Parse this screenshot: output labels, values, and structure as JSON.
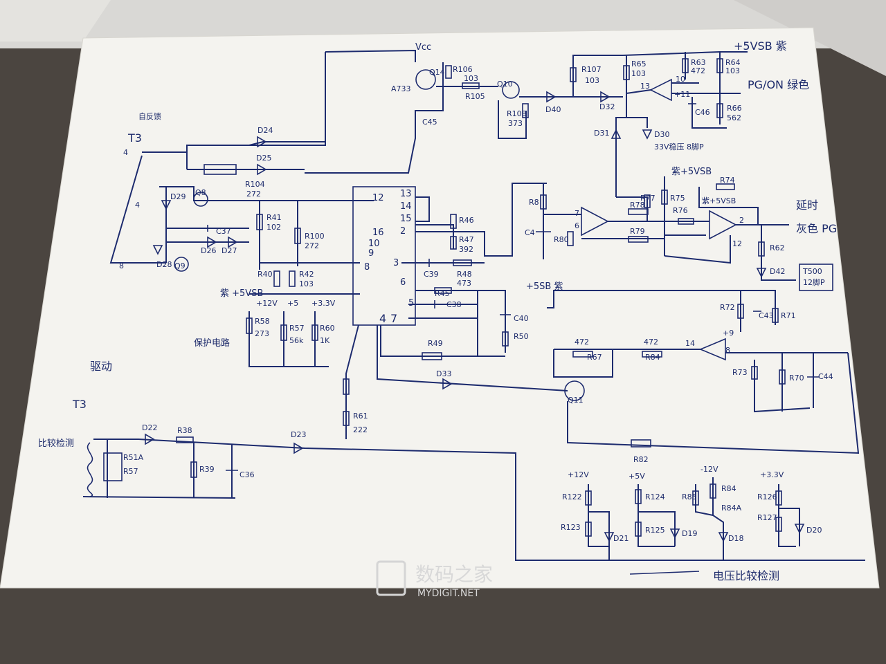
{
  "labels": {
    "vcc": "Vcc",
    "q14": "Q14",
    "a733": "A733",
    "r106": "R106",
    "r105": "R105",
    "r105_val": "103",
    "c45": "C45",
    "q10": "Q10",
    "r108": "R108",
    "r108_val": "373",
    "d40": "D40",
    "r107": "R107",
    "r107_val": "103",
    "d32": "D32",
    "r65": "R65",
    "r65_val": "103",
    "r63": "R63",
    "r63_val": "472",
    "r64": "R64",
    "r64_val": "103",
    "c46": "C46",
    "r66": "R66",
    "r66_val": "562",
    "pin13": "13",
    "pin10": "10",
    "pin11": "+11",
    "p5vsb_purple": "+5VSB 紫",
    "pg_on_green": "PG/ON 绿色",
    "d31": "D31",
    "d30": "D30",
    "d30_note": "33V稳压 8脚P",
    "t3_top": "T3",
    "t3_top_note": "自反馈",
    "d24": "D24",
    "d25": "D25",
    "r104": "R104",
    "r104_val": "272",
    "pin4": "4",
    "pin8": "8",
    "q8": "Q8",
    "d29": "D29",
    "c37": "C37",
    "d26": "D26",
    "d27": "D27",
    "d28": "D28",
    "q9": "Q9",
    "r41": "R41",
    "r41_val": "102",
    "r100": "R100",
    "r100_val": "272",
    "r40": "R40",
    "r42": "R42",
    "r42_val": "103",
    "purple_5vsb": "紫 +5VSB",
    "ic_12": "12",
    "ic_13": "13",
    "ic_14": "14",
    "ic_15": "15",
    "ic_2a": "2",
    "ic_16": "16",
    "ic_10": "10",
    "ic_9": "9",
    "ic_8": "8",
    "ic_3": "3",
    "ic_6": "6",
    "ic_5": "5",
    "ic_4": "4",
    "ic_7": "7",
    "r46": "R46",
    "r47": "R47",
    "r47_val": "392",
    "c39": "C39",
    "r48": "R48",
    "r48_val": "473",
    "r45": "R45",
    "c38": "C38",
    "c40": "C40",
    "r50": "R50",
    "r49": "R49",
    "p12v": "+12V",
    "p5v": "+5",
    "p33v": "+3.3V",
    "r58": "R58",
    "r58_val": "273",
    "r57": "R57",
    "r57_val": "56k",
    "r60": "R60",
    "r60_val": "1K",
    "protect_note": "保护电路",
    "r8": "R8",
    "c4": "C4",
    "r80": "R80",
    "r78": "R78",
    "r79": "R79",
    "r77": "R77",
    "r75": "R75",
    "r76": "R76",
    "r74": "R74",
    "purple_5vsb_2": "紫+5VSB",
    "purple_5vsb_3": "紫+5VSB",
    "delay": "延时",
    "grey_pg": "灰色 PG",
    "r62": "R62",
    "d42": "D42",
    "t500": "T500",
    "t500_b": "12脚P",
    "pin7": "7",
    "pin6": "6",
    "pin2": "2",
    "pin12": "12",
    "p5sb_purple": "+5SB 紫",
    "r72": "R72",
    "c43": "C43",
    "r71": "R71",
    "r67": "R67",
    "r67_val": "472",
    "r84": "R84",
    "r84_val": "472",
    "pin14": "14",
    "pin9": "+9",
    "pin8b": "8",
    "r73": "R73",
    "r70": "R70",
    "c44": "C44",
    "d33": "D33",
    "q11": "Q11",
    "r61": "R61",
    "r61_val": "222",
    "drive_note": "驱动",
    "t3_bottom": "T3",
    "compare_note": "比较检测",
    "d22": "D22",
    "r38": "R38",
    "d23": "D23",
    "r39": "R39",
    "c36": "C36",
    "r51a": "R51A",
    "r57b": "R57",
    "r82": "R82",
    "v12": "+12V",
    "v5": "+5V",
    "vm12": "-12V",
    "v33": "+3.3V",
    "r122": "R122",
    "r123": "R123",
    "d21": "D21",
    "r124": "R124",
    "r125": "R125",
    "r85": "R85",
    "r84b": "R84",
    "r84a": "R84A",
    "d19": "D19",
    "d18": "D18",
    "r126": "R126",
    "r127": "R127",
    "d20": "D20",
    "voltage_compare": "电压比较检测",
    "watermark_cn": "数码之家",
    "watermark_en": "MYDIGIT.NET"
  },
  "colors": {
    "ink": "#1d2b6e",
    "paper": "#f4f3ef",
    "desk": "#4b4540"
  }
}
